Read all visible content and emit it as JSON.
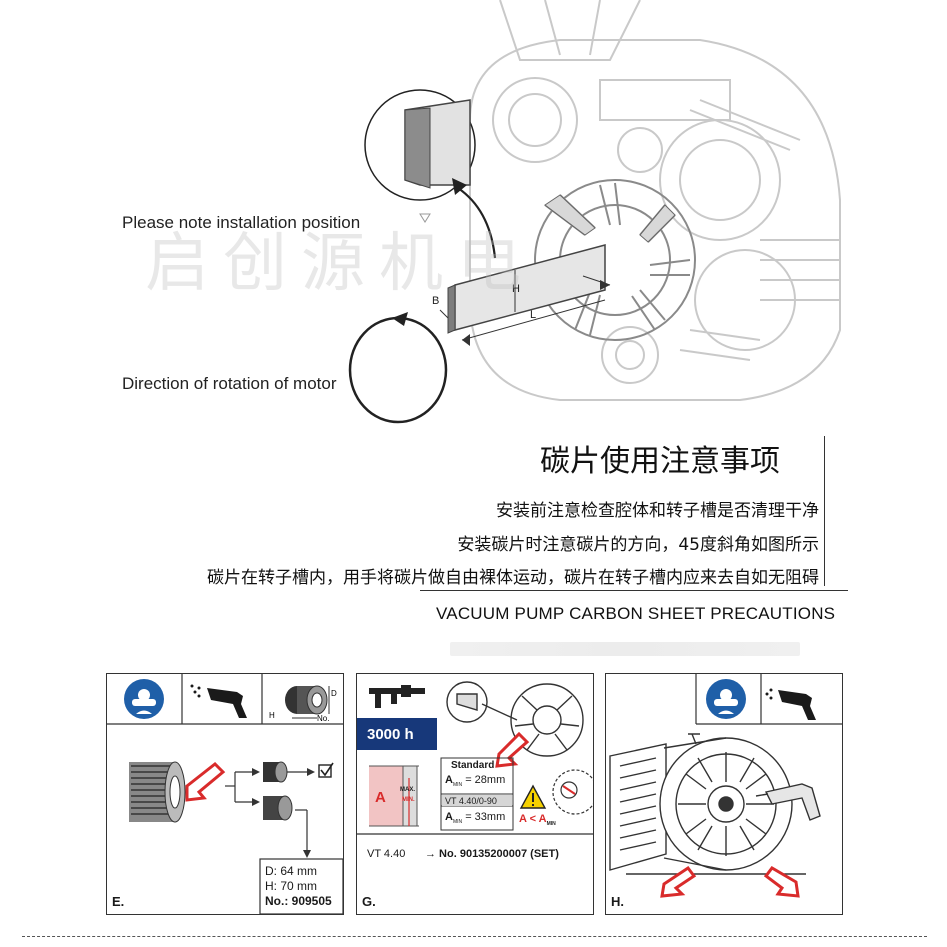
{
  "diagram": {
    "note_install": "Please note installation position",
    "note_rotation": "Direction of rotation of motor",
    "dim_labels": {
      "h": "H",
      "b": "B",
      "l": "L"
    },
    "watermark": "启创源机电"
  },
  "precautions": {
    "title_cn": "碳片使用注意事项",
    "lines": [
      "安装前注意检查腔体和转子槽是否清理干净",
      "安装碳片时注意碳片的方向，45度斜角如图所示",
      "碳片在转子槽内，用手将碳片做自由裸体运动，碳片在转子槽内应来去自如无阻碍"
    ],
    "title_en": "VACUUM PUMP CARBON SHEET PRECAUTIONS"
  },
  "panel_e": {
    "letter": "E.",
    "dim_labels": {
      "d": "D",
      "h": "H",
      "no": "No."
    },
    "specs": [
      "D: 64 mm",
      "H: 70 mm",
      "No.: 909505"
    ]
  },
  "panel_g": {
    "letter": "G.",
    "hours": "3000 h",
    "standard": "Standard",
    "amin_std": "= 28mm",
    "model_range": "VT 4.40/0-90",
    "amin_alt": "= 33mm",
    "a_symbol": "A",
    "min_sub": "MIN",
    "max_label": "MAX.",
    "min_label": "MIN.",
    "compare": "A < A",
    "part_model": "VT 4.40",
    "part_no": "→ No. 90135200007 (SET)"
  },
  "panel_h": {
    "letter": "H."
  },
  "colors": {
    "safety_blue": "#1f5fa8",
    "arrow_red": "#d92b2b",
    "hours_bg": "#17387a",
    "warning_yellow": "#f5d100"
  }
}
